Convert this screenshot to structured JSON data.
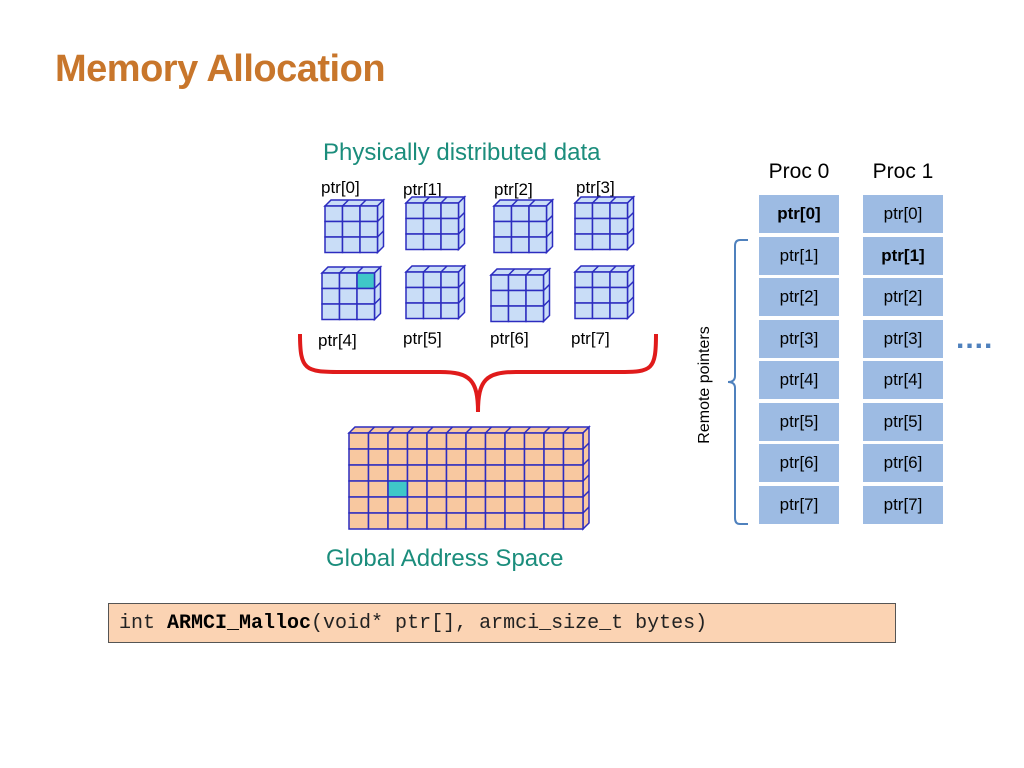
{
  "slide": {
    "title": "Memory Allocation",
    "diagram_title": "Physically distributed data",
    "global_label": "Global Address Space",
    "remote_label": "Remote pointers",
    "ellipsis": "....",
    "colors": {
      "title": "#c8762b",
      "teal_text": "#1b8d7c",
      "cube_face": "#c9ddf7",
      "cube_edge": "#2c2cbf",
      "highlight": "#3fc7c8",
      "global_face": "#f8c8a0",
      "cell": "#9dbbe3",
      "brace_red": "#e01b1b",
      "bracket_blue": "#4f81bd",
      "code_bg": "#fbd3b3"
    }
  },
  "local_blocks": [
    {
      "label": "ptr[0]"
    },
    {
      "label": "ptr[1]"
    },
    {
      "label": "ptr[2]"
    },
    {
      "label": "ptr[3]"
    },
    {
      "label": "ptr[4]"
    },
    {
      "label": "ptr[5]"
    },
    {
      "label": "ptr[6]"
    },
    {
      "label": "ptr[7]"
    }
  ],
  "procs": [
    {
      "header": "Proc 0",
      "cells": [
        "ptr[0]",
        "ptr[1]",
        "ptr[2]",
        "ptr[3]",
        "ptr[4]",
        "ptr[5]",
        "ptr[6]",
        "ptr[7]"
      ],
      "bold_index": 0
    },
    {
      "header": "Proc 1",
      "cells": [
        "ptr[0]",
        "ptr[1]",
        "ptr[2]",
        "ptr[3]",
        "ptr[4]",
        "ptr[5]",
        "ptr[6]",
        "ptr[7]"
      ],
      "bold_index": 1
    }
  ],
  "code": {
    "prefix": "int ",
    "func": "ARMCI_Malloc",
    "suffix": "(void* ptr[], armci_size_t bytes)"
  }
}
